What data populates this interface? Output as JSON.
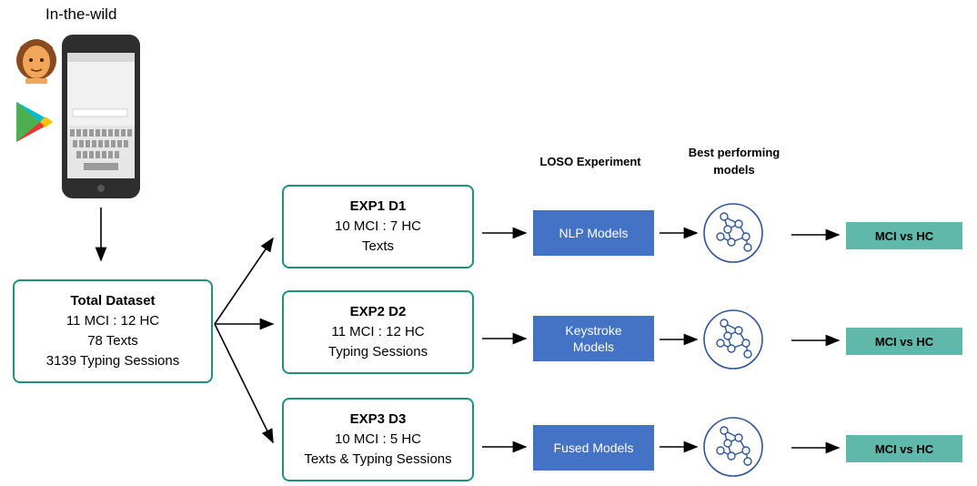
{
  "source": {
    "title": "In-the-wild"
  },
  "total": {
    "title": "Total Dataset",
    "line1": "11 MCI : 12 HC",
    "line2": "78 Texts",
    "line3": "3139 Typing Sessions"
  },
  "headers": {
    "loso": "LOSO Experiment",
    "best": "Best performing models"
  },
  "experiments": [
    {
      "title": "EXP1 D1",
      "line1": "10 MCI : 7 HC",
      "line2": "Texts",
      "model": "NLP Models",
      "result": "MCI vs HC"
    },
    {
      "title": "EXP2 D2",
      "line1": "11 MCI : 12 HC",
      "line2": "Typing Sessions",
      "model": "Keystroke Models",
      "result": "MCI vs HC"
    },
    {
      "title": "EXP3 D3",
      "line1": "10 MCI : 5 HC",
      "line2": "Texts & Typing Sessions",
      "model": "Fused Models",
      "result": "MCI vs HC"
    }
  ],
  "colors": {
    "teal_border": "#1f8f7e",
    "model_blue": "#4472c4",
    "result_teal": "#5fb8aa",
    "circle_blue": "#2f5597"
  }
}
